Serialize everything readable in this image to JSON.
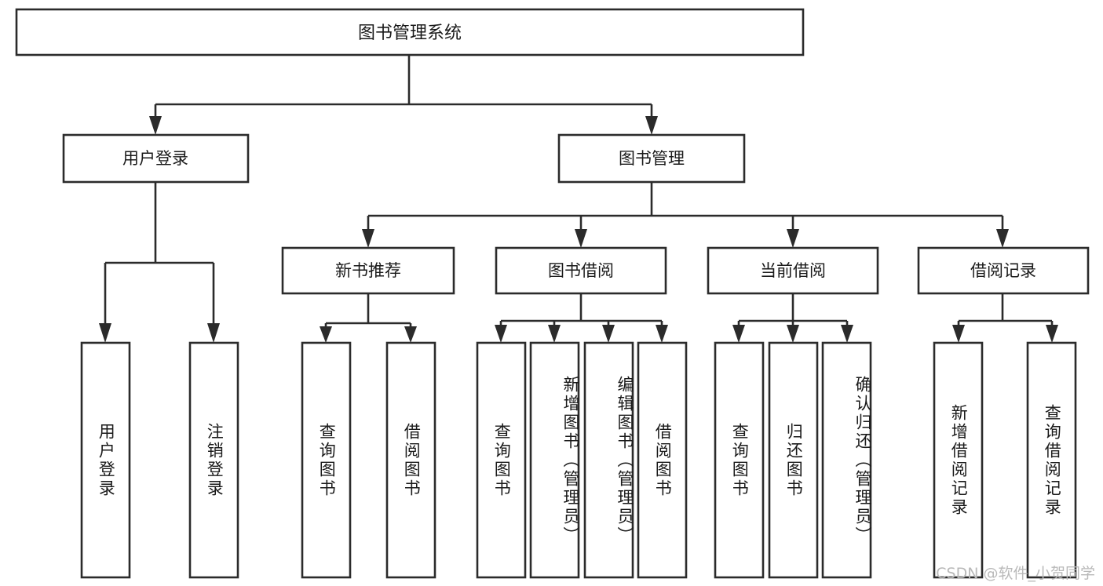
{
  "diagram": {
    "type": "tree-hierarchy",
    "title": "图书管理系统",
    "orientation": "top-down",
    "watermark": "CSDN @软件_小贺同学",
    "colors": {
      "background": "#ffffff",
      "box_stroke": "#2b2b2b",
      "box_fill": "#ffffff",
      "text": "#1a1a1a",
      "watermark": "#b9b9b9"
    },
    "root": {
      "label": "图书管理系统"
    },
    "level2": [
      {
        "label": "用户登录"
      },
      {
        "label": "图书管理"
      }
    ],
    "level3": [
      {
        "label": "新书推荐"
      },
      {
        "label": "图书借阅"
      },
      {
        "label": "当前借阅"
      },
      {
        "label": "借阅记录"
      }
    ],
    "leaves": {
      "user_login": [
        {
          "label": "用户登录"
        },
        {
          "label": "注销登录"
        }
      ],
      "new_book_recommend": [
        {
          "label": "查询图书"
        },
        {
          "label": "借阅图书"
        }
      ],
      "book_borrow": [
        {
          "label": "查询图书"
        },
        {
          "label": "新增图书（管理员）"
        },
        {
          "label": "编辑图书（管理员）"
        },
        {
          "label": "借阅图书"
        }
      ],
      "current_borrow": [
        {
          "label": "查询图书"
        },
        {
          "label": "归还图书"
        },
        {
          "label": "确认归还（管理员）"
        }
      ],
      "borrow_record": [
        {
          "label": "新增借阅记录"
        },
        {
          "label": "查询借阅记录"
        }
      ]
    }
  }
}
